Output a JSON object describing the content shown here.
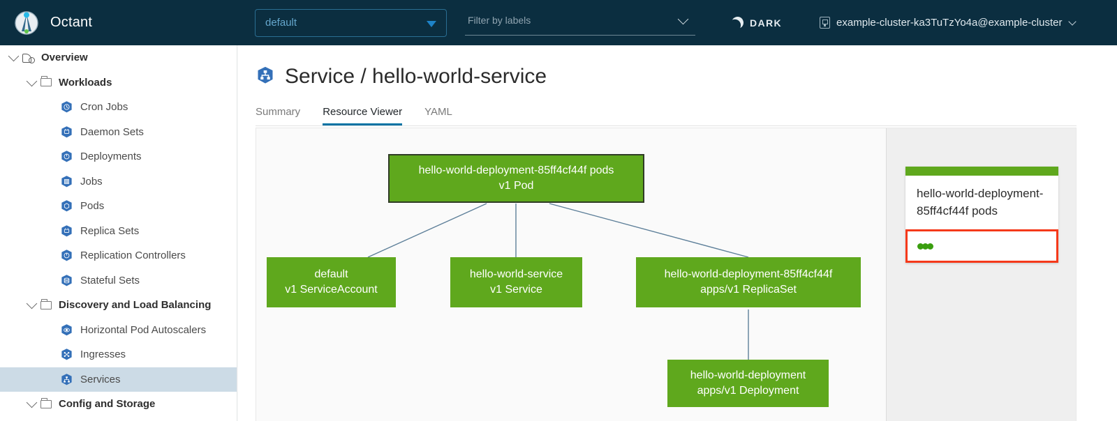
{
  "header": {
    "logo_icon": "octant-logo-icon",
    "brand": "Octant",
    "namespace": {
      "value": "default",
      "icon": "chevron-down-icon"
    },
    "label_filter": {
      "placeholder": "Filter by labels",
      "value": "",
      "icon": "chevron-down-icon"
    },
    "theme_toggle": {
      "label": "DARK",
      "icon": "moon-icon"
    },
    "cluster": {
      "name": "example-cluster-ka3TuTzYo4a@example-cluster",
      "icon": "rack-icon",
      "caret": "chevron-down-icon"
    },
    "colors": {
      "bg": "#0b2e40",
      "accent": "#1e83c8"
    }
  },
  "sidebar": {
    "items": [
      {
        "label": "Overview",
        "level": 0,
        "type": "group",
        "icon": "overview-icon",
        "expanded": true,
        "selected": false
      },
      {
        "label": "Workloads",
        "level": 1,
        "type": "group",
        "icon": "folder-icon",
        "expanded": true,
        "selected": false
      },
      {
        "label": "Cron Jobs",
        "level": 2,
        "type": "item",
        "icon": "k8s-cronjob-icon",
        "selected": false
      },
      {
        "label": "Daemon Sets",
        "level": 2,
        "type": "item",
        "icon": "k8s-daemonset-icon",
        "selected": false
      },
      {
        "label": "Deployments",
        "level": 2,
        "type": "item",
        "icon": "k8s-deployment-icon",
        "selected": false
      },
      {
        "label": "Jobs",
        "level": 2,
        "type": "item",
        "icon": "k8s-job-icon",
        "selected": false
      },
      {
        "label": "Pods",
        "level": 2,
        "type": "item",
        "icon": "k8s-pod-icon",
        "selected": false
      },
      {
        "label": "Replica Sets",
        "level": 2,
        "type": "item",
        "icon": "k8s-replicaset-icon",
        "selected": false
      },
      {
        "label": "Replication Controllers",
        "level": 2,
        "type": "item",
        "icon": "k8s-replicationcontroller-icon",
        "selected": false
      },
      {
        "label": "Stateful Sets",
        "level": 2,
        "type": "item",
        "icon": "k8s-statefulset-icon",
        "selected": false
      },
      {
        "label": "Discovery and Load Balancing",
        "level": 1,
        "type": "group",
        "icon": "folder-icon",
        "expanded": true,
        "selected": false
      },
      {
        "label": "Horizontal Pod Autoscalers",
        "level": 2,
        "type": "item",
        "icon": "k8s-hpa-icon",
        "selected": false
      },
      {
        "label": "Ingresses",
        "level": 2,
        "type": "item",
        "icon": "k8s-ingress-icon",
        "selected": false
      },
      {
        "label": "Services",
        "level": 2,
        "type": "item",
        "icon": "k8s-service-icon",
        "selected": true
      },
      {
        "label": "Config and Storage",
        "level": 1,
        "type": "group",
        "icon": "folder-icon",
        "expanded": true,
        "selected": false
      }
    ]
  },
  "main": {
    "title": "Service / hello-world-service",
    "title_icon": "k8s-service-icon",
    "tabs": [
      {
        "label": "Summary",
        "active": false
      },
      {
        "label": "Resource Viewer",
        "active": true
      },
      {
        "label": "YAML",
        "active": false
      }
    ]
  },
  "resource_viewer": {
    "nodes": [
      {
        "id": "pod",
        "name": "hello-world-deployment-85ff4cf44f pods",
        "kind": "v1 Pod",
        "selected": true,
        "status_color": "#5fa81d"
      },
      {
        "id": "serviceaccount",
        "name": "default",
        "kind": "v1 ServiceAccount",
        "selected": false,
        "status_color": "#5fa81d"
      },
      {
        "id": "service",
        "name": "hello-world-service",
        "kind": "v1 Service",
        "selected": false,
        "status_color": "#5fa81d"
      },
      {
        "id": "replicaset",
        "name": "hello-world-deployment-85ff4cf44f",
        "kind": "apps/v1 ReplicaSet",
        "selected": false,
        "status_color": "#5fa81d"
      },
      {
        "id": "deployment",
        "name": "hello-world-deployment",
        "kind": "apps/v1 Deployment",
        "selected": false,
        "status_color": "#5fa81d"
      }
    ],
    "detail_card": {
      "title": "hello-world-deployment-85ff4cf44f pods",
      "bar_color": "#5fa81d",
      "highlight_color": "#f5391a",
      "status_dots": 3,
      "dot_color": "#3a9e0f"
    }
  }
}
